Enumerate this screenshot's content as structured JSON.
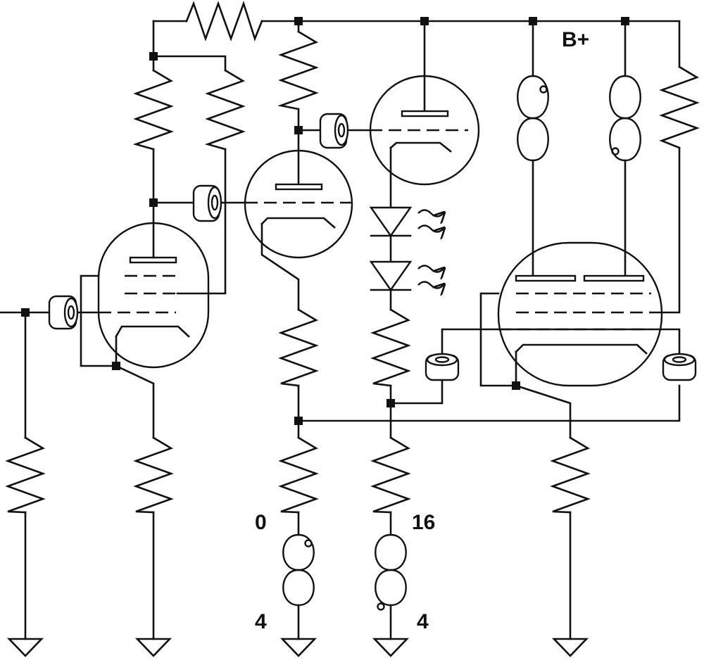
{
  "labels": {
    "supply": "B+",
    "tap_0": "0",
    "tap_16": "16",
    "tap_4_left": "4",
    "tap_4_right": "4"
  },
  "colors": {
    "ink": "#111111",
    "background": "#ffffff"
  }
}
